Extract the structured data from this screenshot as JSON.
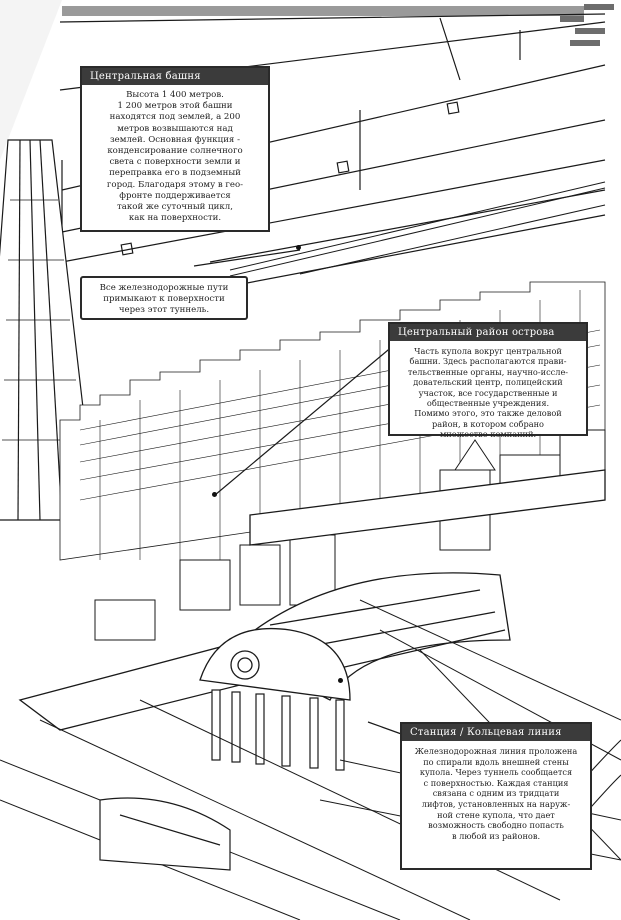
{
  "page": {
    "colors": {
      "title_bar": "#3b3b3b",
      "line_art": "#1a1a1a",
      "paper": "#ffffff"
    }
  },
  "callouts": {
    "tower": {
      "title": "Центральная башня",
      "body": "Высота 1 400 метров.\n1 200 метров этой башни\nнаходятся под землей, а 200\nметров возвышаются над\nземлей. Основная функция -\nконденсирование солнечного\nсвета с поверхности земли и\nпереправка его в подземный\nгород. Благодаря этому в гео-\nфронте поддерживается\nтакой же суточный цикл,\nкак на поверхности."
    },
    "tunnel": {
      "body": "Все железнодорожные пути\nпримыкают к поверхности\nчерез этот туннель."
    },
    "central_district": {
      "title": "Центральный район острова",
      "body": "Часть купола вокруг центральной\nбашни. Здесь располагаются прави-\nтельственные органы, научно-иссле-\nдовательский центр, полицейский\nучасток, все государственные и\nобщественные учреждения.\nПомимо этого, это также деловой\nрайон, в котором собрано\nмножество компаний."
    },
    "station": {
      "title": "Станция / Кольцевая линия",
      "body": "Железнодорожная линия проложена\nпо спирали вдоль внешней стены\nкупола. Через туннель сообщается\nс поверхностью. Каждая станция\nсвязана с одним из тридцати\nлифтов, установленных на наруж-\nной стене купола, что дает\nвозможность свободно попасть\nв любой из районов."
    }
  }
}
